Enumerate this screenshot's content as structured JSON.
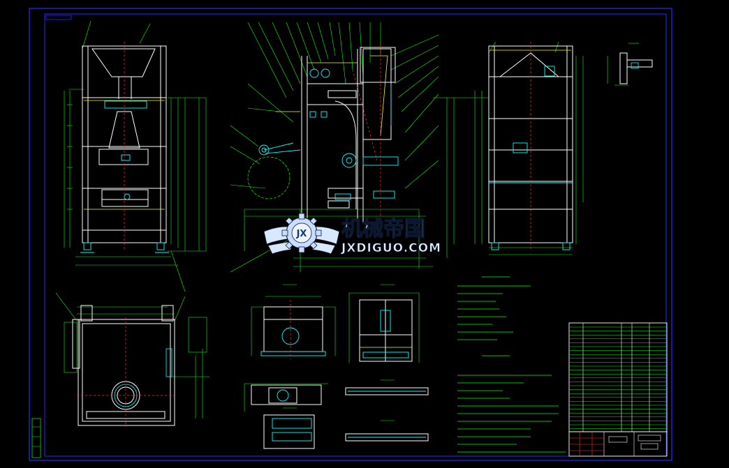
{
  "watermark": {
    "cn": "机械帝国",
    "en": "JXDIGUO.COM",
    "logo": "JX"
  },
  "colors": {
    "background": "#000000",
    "border": "#2a2aff",
    "outline": "#ffffff",
    "dims": "#00ff00",
    "parts": "#00ffff",
    "hidden": "#ff3030",
    "yellow": "#ffff00",
    "watermark": "#e8f2ff"
  }
}
